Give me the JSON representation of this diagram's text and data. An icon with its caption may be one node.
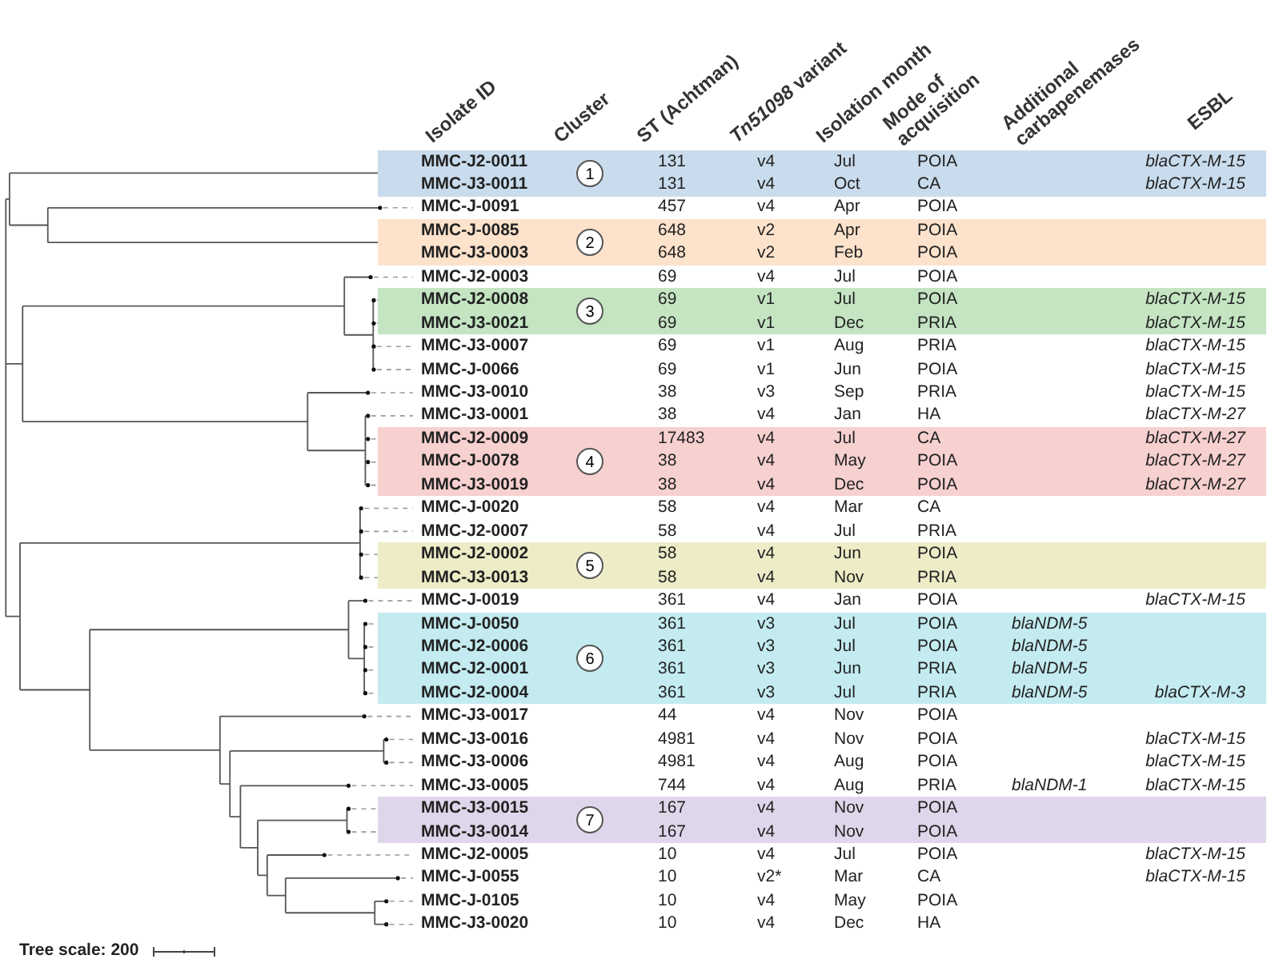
{
  "diagram": {
    "nodes": [
      {
        "text": [
          "1"
        ]
      },
      {
        "text": [
          "2"
        ]
      },
      {
        "text": [
          "3"
        ]
      },
      {
        "text": [
          "4"
        ]
      },
      {
        "text": [
          "5"
        ]
      },
      {
        "text": [
          "6"
        ]
      },
      {
        "text": [
          "7"
        ]
      }
    ],
    "labels": [
      "Isolate ID",
      "Cluster",
      "ST (Achtman)",
      "*Tn51098* variant",
      "Isolation month",
      "Mode of acquisition",
      "Additional carbapenemases",
      "ESBL",
      "MMC-J2-0011",
      "131",
      "v4",
      "Jul",
      "POIA",
      "blaCTX-M-15",
      "MMC-J3-0011",
      "131",
      "v4",
      "Oct",
      "CA",
      "blaCTX-M-15",
      "MMC-J-0091",
      "457",
      "v4",
      "Apr",
      "POIA",
      "MMC-J-0085",
      "648",
      "v2",
      "Apr",
      "POIA",
      "MMC-J3-0003",
      "648",
      "v2",
      "Feb",
      "POIA",
      "MMC-J2-0003",
      "69",
      "v4",
      "Jul",
      "POIA",
      "MMC-J2-0008",
      "69",
      "v1",
      "Jul",
      "POIA",
      "blaCTX-M-15",
      "MMC-J3-0021",
      "69",
      "v1",
      "Dec",
      "PRIA",
      "blaCTX-M-15",
      "MMC-J3-0007",
      "69",
      "v1",
      "Aug",
      "PRIA",
      "blaCTX-M-15",
      "MMC-J-0066",
      "69",
      "v1",
      "Jun",
      "POIA",
      "blaCTX-M-15",
      "MMC-J3-0010",
      "38",
      "v3",
      "Sep",
      "PRIA",
      "blaCTX-M-15",
      "MMC-J3-0001",
      "38",
      "v4",
      "Jan",
      "HA",
      "blaCTX-M-27",
      "MMC-J2-0009",
      "17483",
      "v4",
      "Jul",
      "CA",
      "blaCTX-M-27",
      "MMC-J-0078",
      "38",
      "v4",
      "May",
      "POIA",
      "blaCTX-M-27",
      "MMC-J3-0019",
      "38",
      "v4",
      "Dec",
      "POIA",
      "blaCTX-M-27",
      "MMC-J-0020",
      "58",
      "v4",
      "Mar",
      "CA",
      "MMC-J2-0007",
      "58",
      "v4",
      "Jul",
      "PRIA",
      "MMC-J2-0002",
      "58",
      "v4",
      "Jun",
      "POIA",
      "MMC-J3-0013",
      "58",
      "v4",
      "Nov",
      "PRIA",
      "MMC-J-0019",
      "361",
      "v4",
      "Jan",
      "POIA",
      "blaCTX-M-15",
      "MMC-J-0050",
      "361",
      "v3",
      "Jul",
      "POIA",
      "blaNDM-5",
      "MMC-J2-0006",
      "361",
      "v3",
      "Jul",
      "POIA",
      "blaNDM-5",
      "MMC-J2-0001",
      "361",
      "v3",
      "Jun",
      "PRIA",
      "blaNDM-5",
      "MMC-J2-0004",
      "361",
      "v3",
      "Jul",
      "PRIA",
      "blaNDM-5",
      "blaCTX-M-3",
      "MMC-J3-0017",
      "44",
      "v4",
      "Nov",
      "POIA",
      "MMC-J3-0016",
      "4981",
      "v4",
      "Nov",
      "POIA",
      "blaCTX-M-15",
      "MMC-J3-0006",
      "4981",
      "v4",
      "Aug",
      "POIA",
      "blaCTX-M-15",
      "MMC-J3-0005",
      "744",
      "v4",
      "Aug",
      "PRIA",
      "blaNDM-1",
      "blaCTX-M-15",
      "MMC-J3-0015",
      "167",
      "v4",
      "Nov",
      "POIA",
      "MMC-J3-0014",
      "167",
      "v4",
      "Nov",
      "POIA",
      "MMC-J2-0005",
      "10",
      "v4",
      "Jul",
      "POIA",
      "blaCTX-M-15",
      "MMC-J-0055",
      "10",
      "v2*",
      "Mar",
      "CA",
      "blaCTX-M-15",
      "MMC-J-0105",
      "10",
      "v4",
      "May",
      "POIA",
      "MMC-J3-0020",
      "10",
      "v4",
      "Dec",
      "HA",
      "Tree scale: 200"
    ]
  }
}
